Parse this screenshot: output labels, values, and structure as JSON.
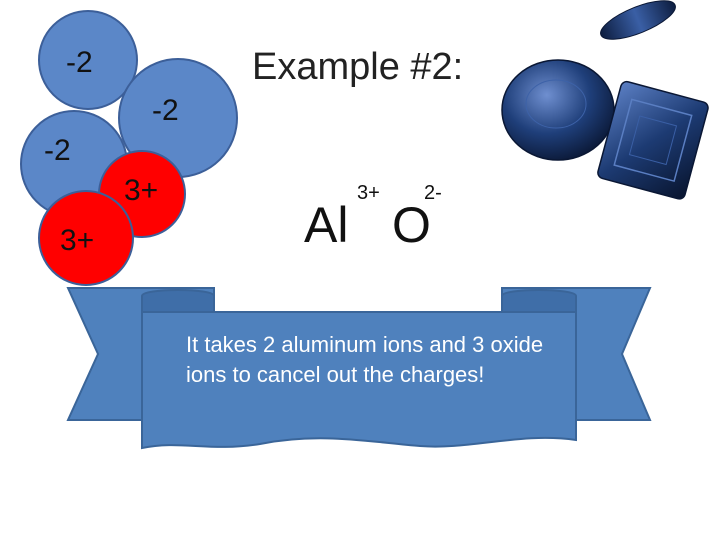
{
  "slide": {
    "title": "Example #2:",
    "ions": {
      "neg_top_left": "-2",
      "neg_middle": "-2",
      "neg_left": "-2",
      "pos_right": "3+",
      "pos_left": "3+"
    },
    "formula": {
      "aluminum": "Al",
      "aluminum_charge": "3+",
      "oxygen": "O",
      "oxygen_charge": "2-"
    },
    "banner_text": "It takes 2 aluminum ions and 3 oxide ions to cancel out the charges!"
  },
  "colors": {
    "oxide_ion": "#5b87c8",
    "aluminum_ion": "#ff0000",
    "ion_border": "#3c5f99",
    "banner": "#4f81bd",
    "banner_border": "#3a6599",
    "gem": "#1f3f7a"
  }
}
